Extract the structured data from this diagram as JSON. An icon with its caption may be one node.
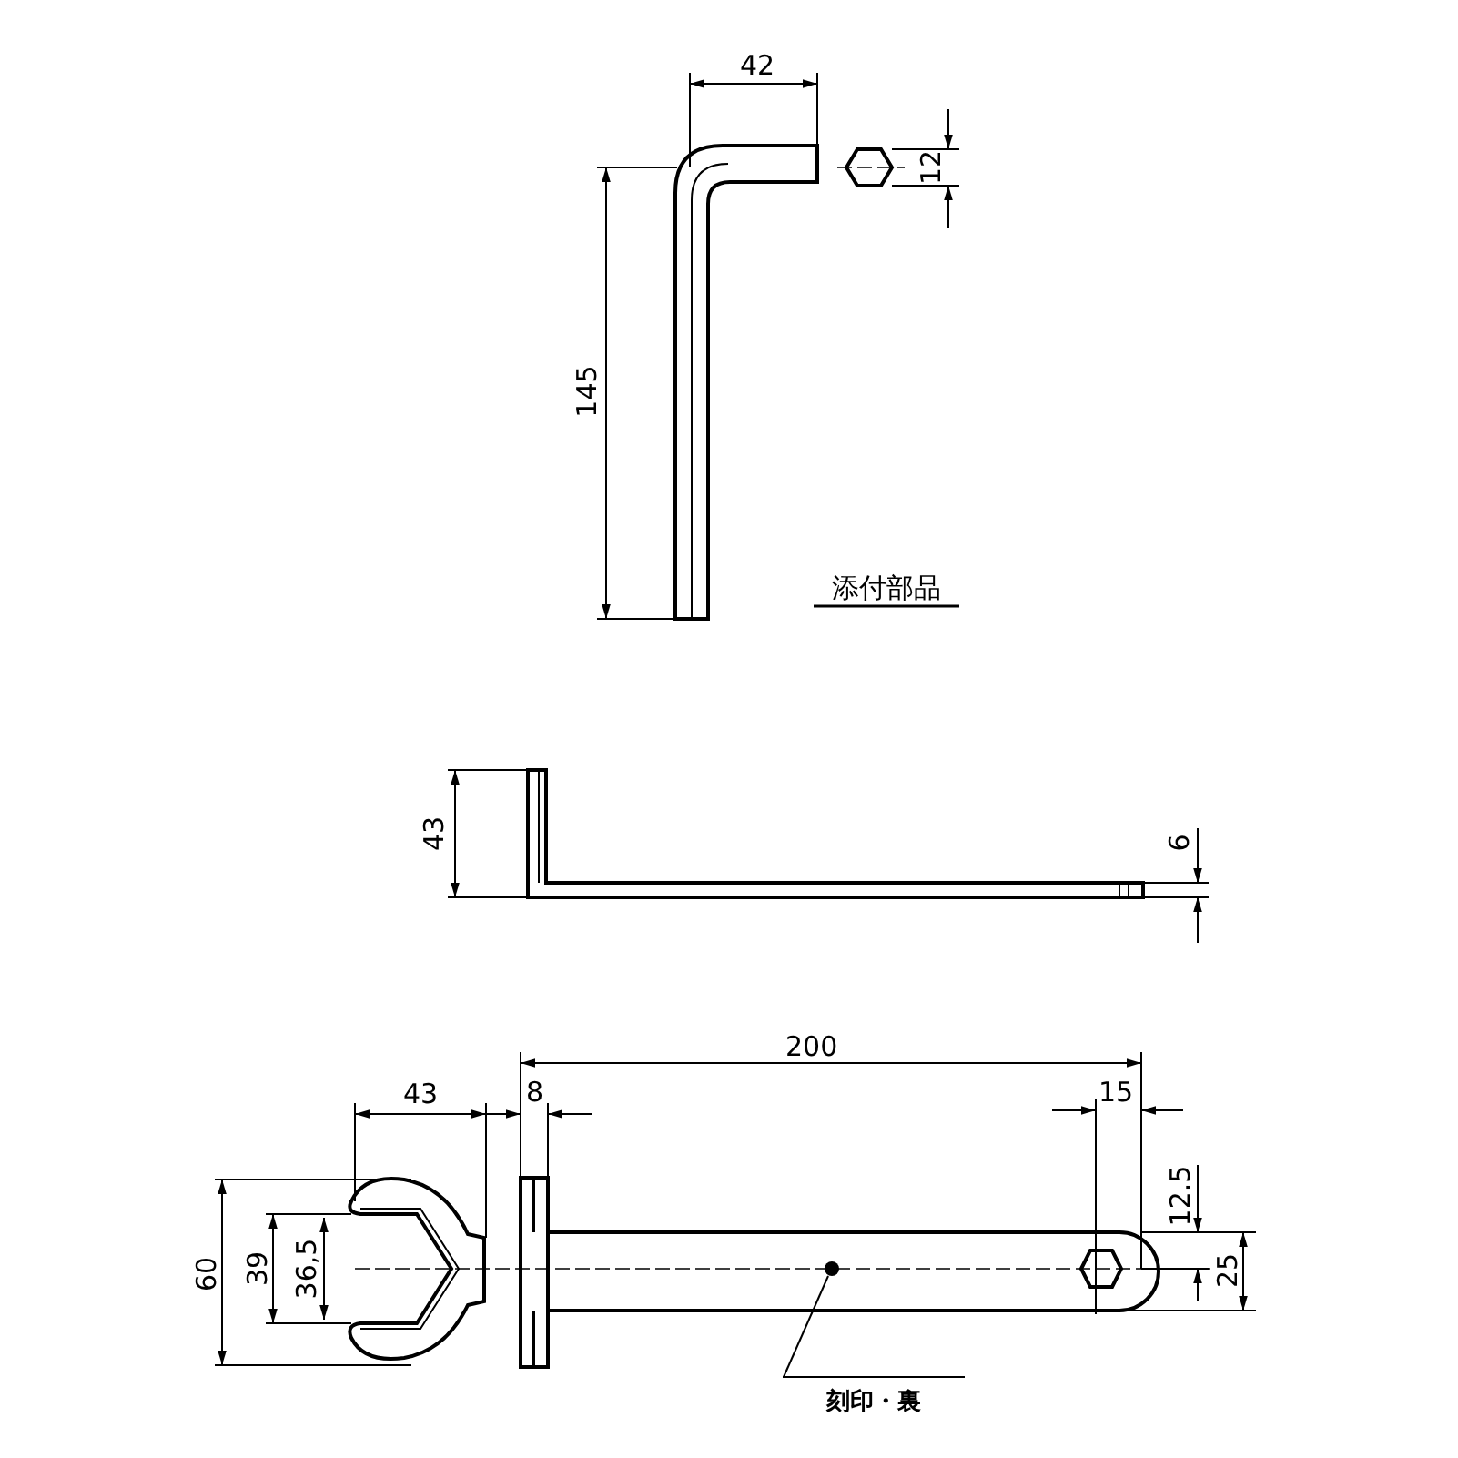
{
  "diagram": {
    "nodes": [
      {
        "text": [
          "刻印・裏"
        ]
      },
      {
        "text": [],
        "shape": "circle"
      }
    ],
    "edges": [
      {
        "from": 0,
        "to": 1,
        "arrow": "none"
      }
    ],
    "labels": [
      "42",
      "12",
      "145",
      "添付部品",
      "43",
      "6",
      "200",
      "43",
      "8",
      "15",
      "12.5",
      "60",
      "39",
      "36,5",
      "25"
    ]
  }
}
